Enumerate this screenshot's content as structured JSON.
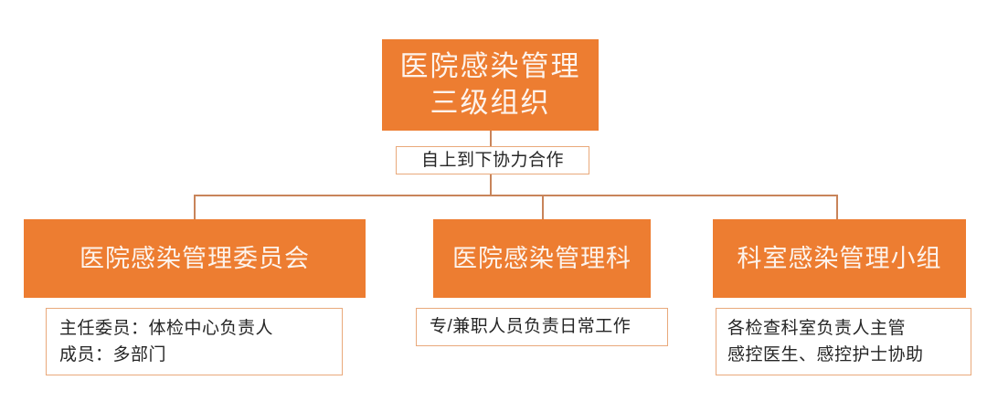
{
  "diagram": {
    "type": "organization-chart",
    "colors": {
      "node_fill": "#ED7D31",
      "node_text": "#FDF3EC",
      "outline": "#E9A97B",
      "connector": "#C8845A",
      "body_text": "#262626",
      "background": "#FFFFFF"
    },
    "root": {
      "line1": "医院感染管理",
      "line2": "三级组织"
    },
    "link_label": "自上到下协力合作",
    "branches": [
      {
        "title": "医院感染管理委员会",
        "details": [
          "主任委员：体检中心负责人",
          "成员：多部门"
        ]
      },
      {
        "title": "医院感染管理科",
        "details": [
          "专/兼职人员负责日常工作"
        ]
      },
      {
        "title": "科室感染管理小组",
        "details": [
          "各检查科室负责人主管",
          "感控医生、感控护士协助"
        ]
      }
    ]
  }
}
